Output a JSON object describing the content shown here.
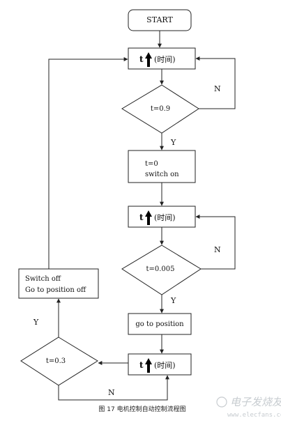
{
  "nodes": {
    "start": "START",
    "time_label": "(时间)",
    "t_symbol": "t",
    "decision_1": "t=0.9",
    "process_1_line1": "t=0",
    "process_1_line2": "switch on",
    "decision_2": "t=0.005",
    "process_2": "go to position",
    "decision_3": "t=0.3",
    "process_3_line1": "Switch off",
    "process_3_line2": "Go to position  off"
  },
  "branch_labels": {
    "yes": "Y",
    "no": "N"
  },
  "caption": "图 17  电机控制自动控制流程图",
  "watermark": {
    "logo_text": "电子发烧友",
    "url": "www.elecfans.com"
  }
}
